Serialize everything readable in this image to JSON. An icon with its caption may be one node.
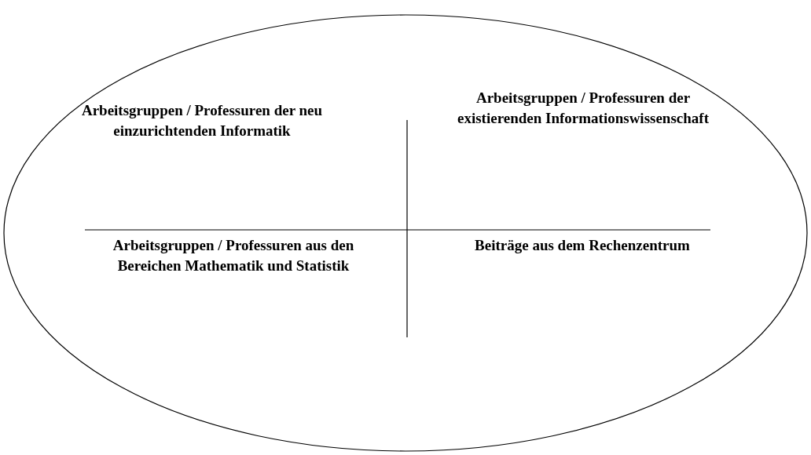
{
  "diagram": {
    "nodes": [
      {
        "text": [],
        "shape": "ellipse"
      },
      {
        "text": [
          "Arbeitsgruppen / Professuren der neu einzurichtenden Informatik"
        ],
        "in": 0
      },
      {
        "text": [
          "Arbeitsgruppen / Professuren der existierenden Informationswissenschaft"
        ],
        "in": 0
      },
      {
        "text": [
          "Arbeitsgruppen / Professuren aus den Bereichen Mathematik und Statistik"
        ],
        "in": 0
      },
      {
        "text": [
          "Beiträge aus dem Rechenzentrum"
        ],
        "in": 0
      }
    ]
  }
}
